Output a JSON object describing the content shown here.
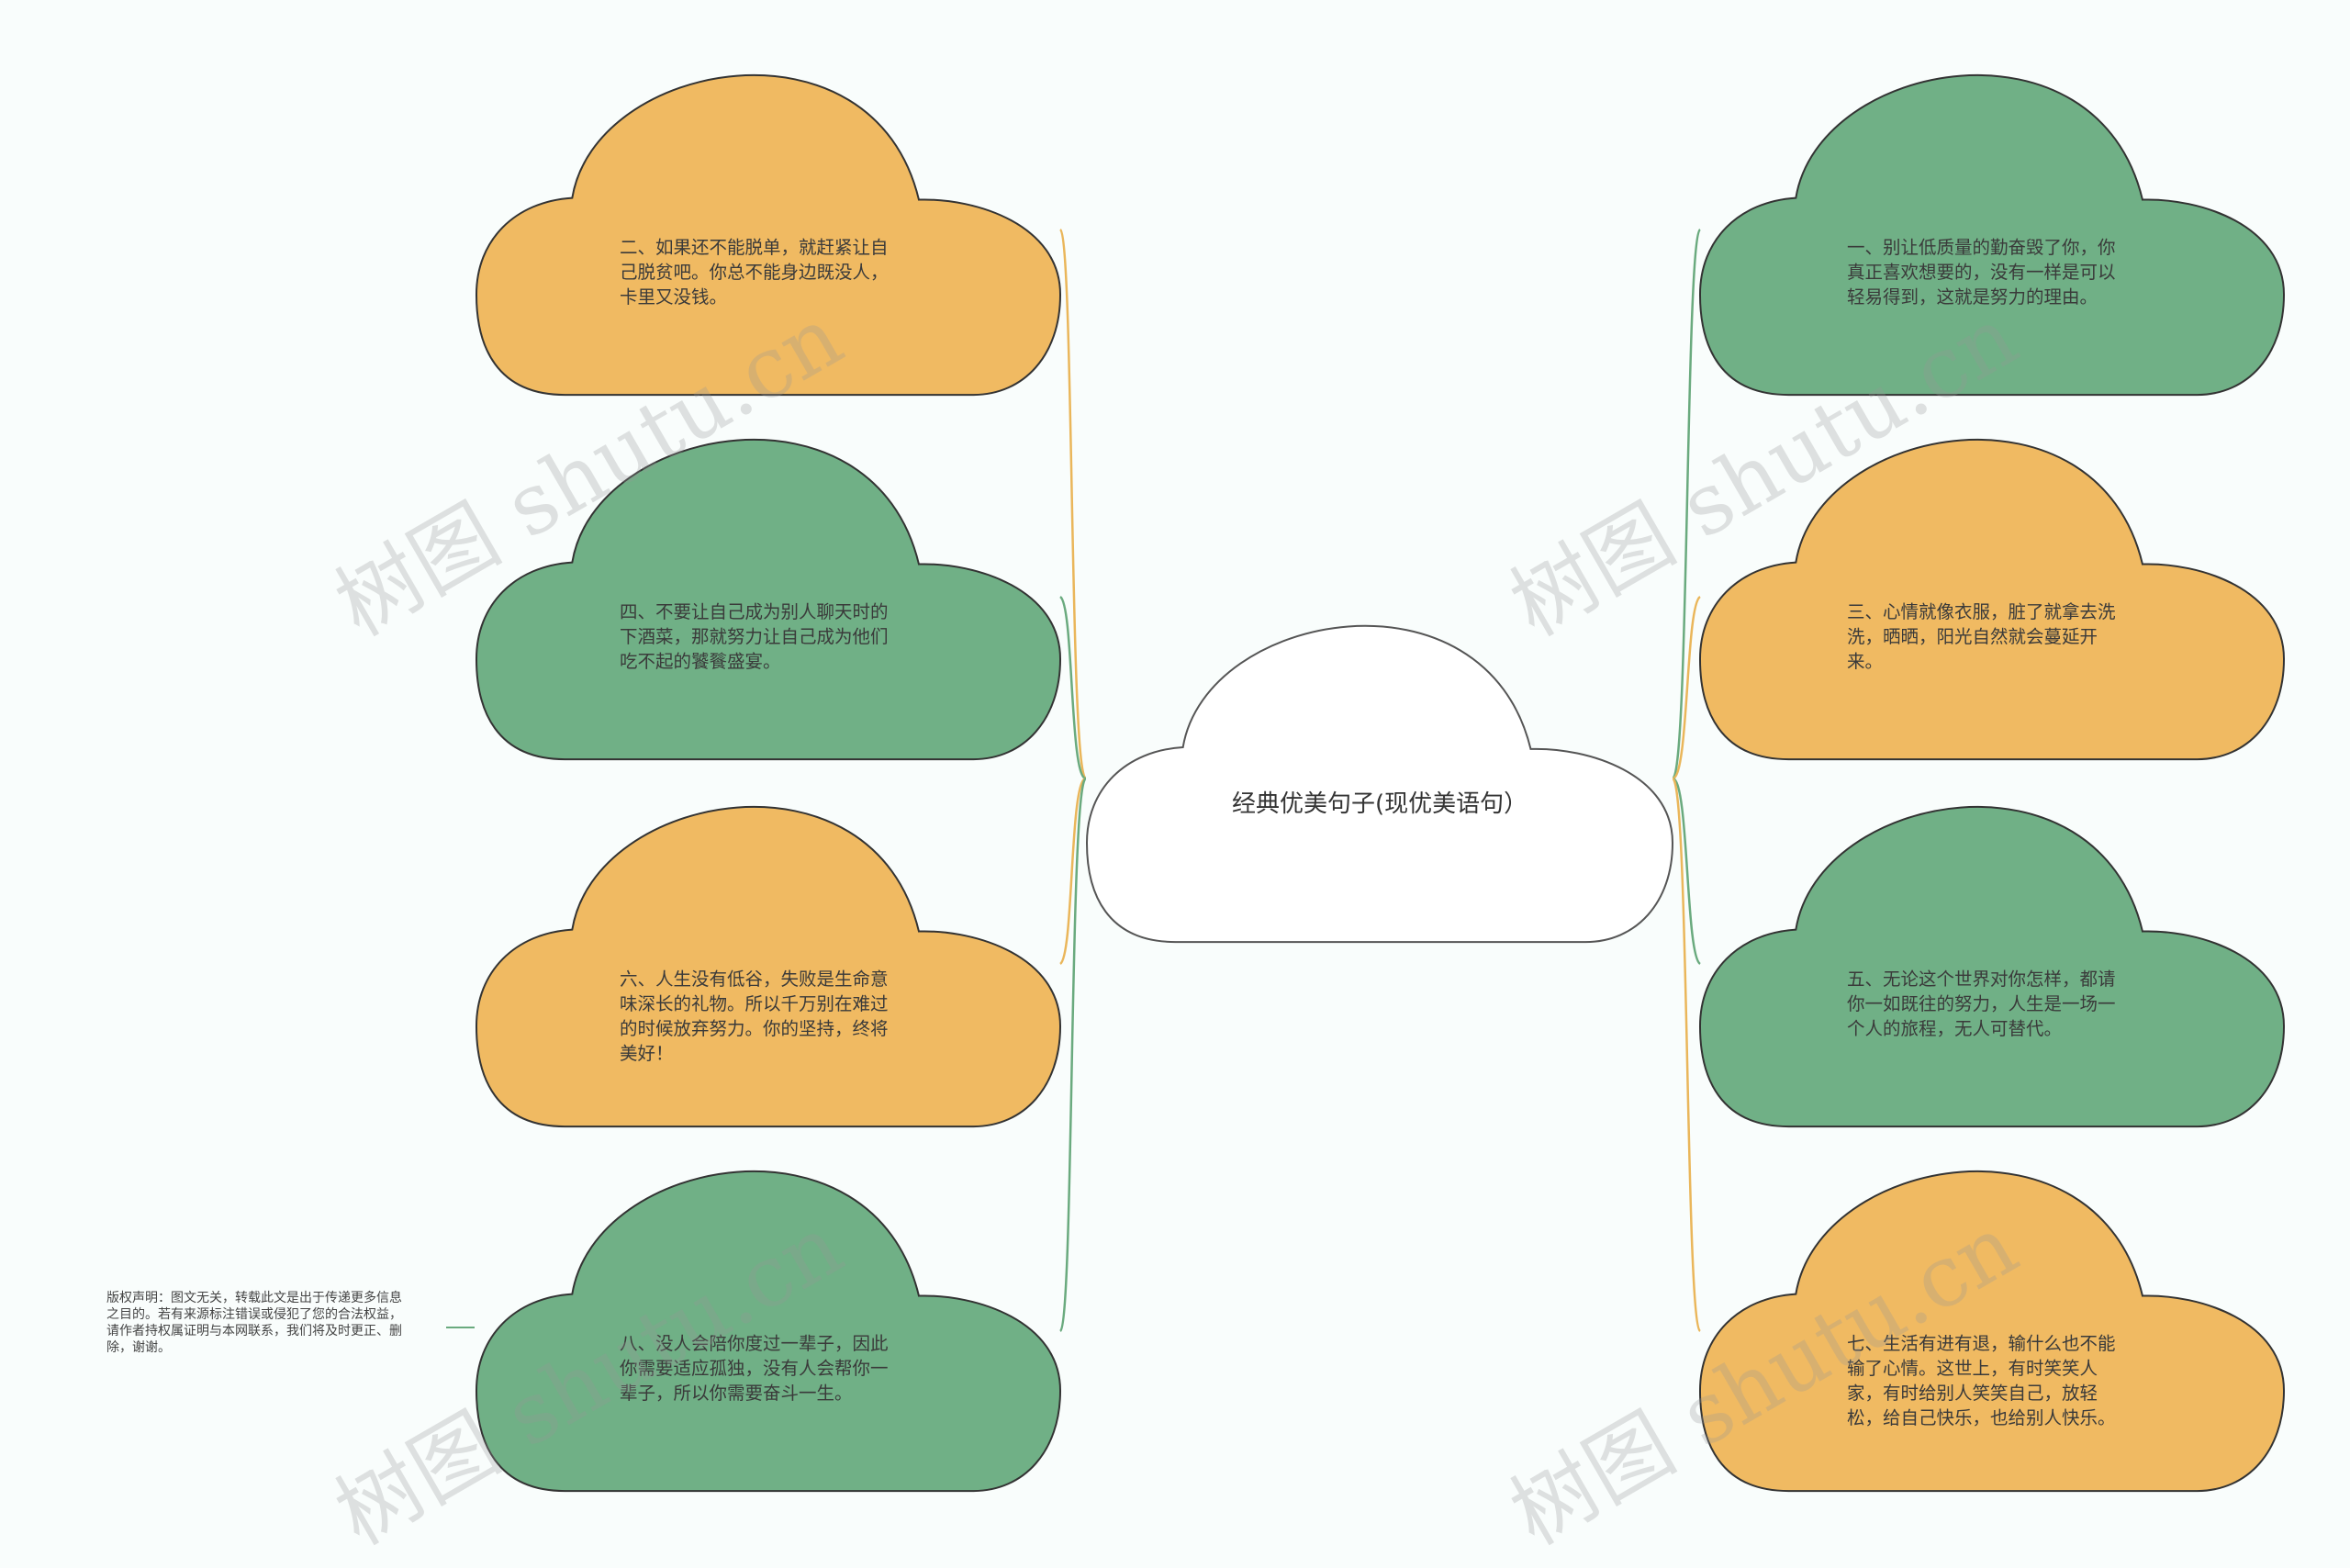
{
  "root": {
    "text": "经典优美句子(现优美语句）"
  },
  "left": [
    {
      "text": "二、如果还不能脱单，就赶紧让自己脱贫吧。你总不能身边既没人，卡里又没钱。",
      "color": "#f0ba62"
    },
    {
      "text": "四、不要让自己成为别人聊天时的下酒菜，那就努力让自己成为他们吃不起的饕餮盛宴。",
      "color": "#70b086"
    },
    {
      "text": "六、人生没有低谷，失败是生命意味深长的礼物。所以千万别在难过的时候放弃努力。你的坚持，终将美好！",
      "color": "#f0ba62"
    },
    {
      "text": "八、没人会陪你度过一辈子，因此你需要适应孤独，没有人会帮你一辈子，所以你需要奋斗一生。",
      "color": "#70b086"
    }
  ],
  "right": [
    {
      "text": "一、别让低质量的勤奋毁了你，你真正喜欢想要的，没有一样是可以轻易得到，这就是努力的理由。",
      "color": "#70b086"
    },
    {
      "text": "三、心情就像衣服，脏了就拿去洗洗，晒晒，阳光自然就会蔓延开来。",
      "color": "#f0ba62"
    },
    {
      "text": "五、无论这个世界对你怎样，都请你一如既往的努力，人生是一场一个人的旅程，无人可替代。",
      "color": "#70b086"
    },
    {
      "text": "七、生活有进有退，输什么也不能输了心情。这世上，有时笑笑人家，有时给别人笑笑自己，放轻松，给自己快乐，也给别人快乐。",
      "color": "#f0ba62"
    }
  ],
  "copyright": "版权声明：图文无关，转载此文是出于传递更多信息之目的。若有来源标注错误或侵犯了您的合法权益，请作者持权属证明与本网联系，我们将及时更正、删除，谢谢。",
  "watermark": "树图 shutu.cn",
  "colors": {
    "orange": "#f0ba62",
    "green": "#70b086",
    "line_orange": "#eab65a",
    "line_green": "#6aaa7e"
  }
}
